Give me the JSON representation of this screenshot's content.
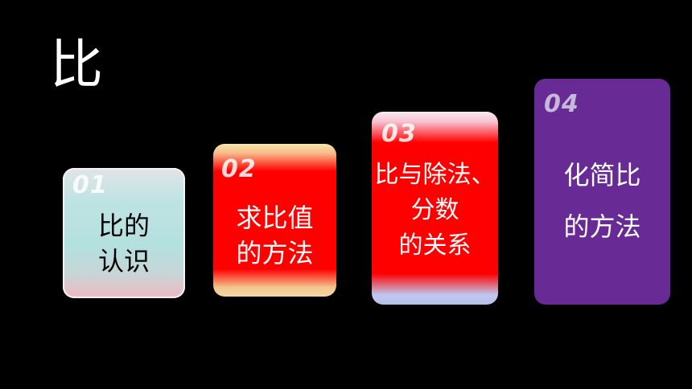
{
  "title": "比",
  "cards": [
    {
      "number": "01",
      "label": "比的\n认识"
    },
    {
      "number": "02",
      "label": "求比值\n的方法"
    },
    {
      "number": "03",
      "label": "比与除法、\n分数\n的关系"
    },
    {
      "number": "04",
      "label": "化简比\n\n的方法"
    }
  ],
  "colors": {
    "background": "#000000",
    "card2_main": "#ff0000",
    "card3_main": "#ff0000",
    "card4_main": "#682a94"
  }
}
